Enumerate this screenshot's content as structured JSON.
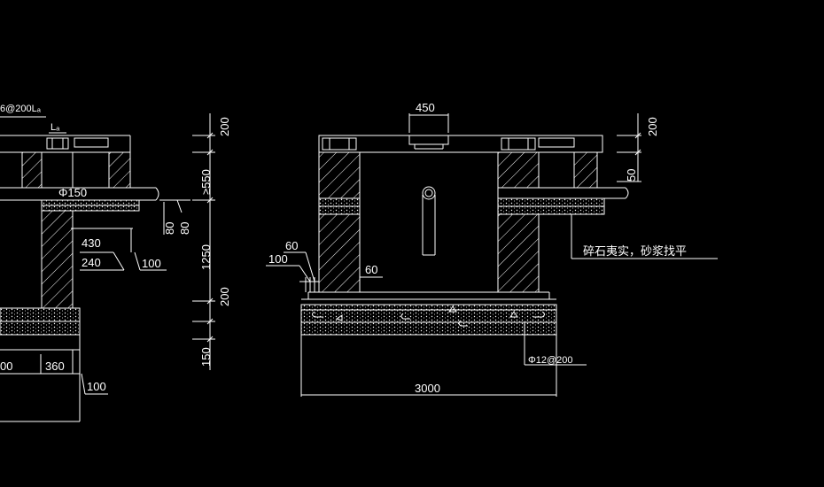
{
  "colors": {
    "background": "#000000",
    "line": "#ffffff"
  },
  "labels": {
    "top_left_rebar": "6@200Lₐ",
    "ld": "Lₐ",
    "d450": "450",
    "d200a": "200",
    "d550": "≥550",
    "d1250": "1250",
    "d200b": "200",
    "d150": "150",
    "d200_right": "200",
    "d50_right": "50",
    "pipe_dia": "Φ150",
    "d80a": "80",
    "d80b": "80",
    "d430": "430",
    "d240": "240",
    "d100a": "100",
    "d60a": "60",
    "d100b": "100",
    "d60b": "60",
    "note_gravel": "碎石夷实，砂浆找平",
    "rebar_bottom": "Φ12@200",
    "d3000": "3000",
    "d00": "00",
    "d360": "360",
    "d100c": "100"
  }
}
